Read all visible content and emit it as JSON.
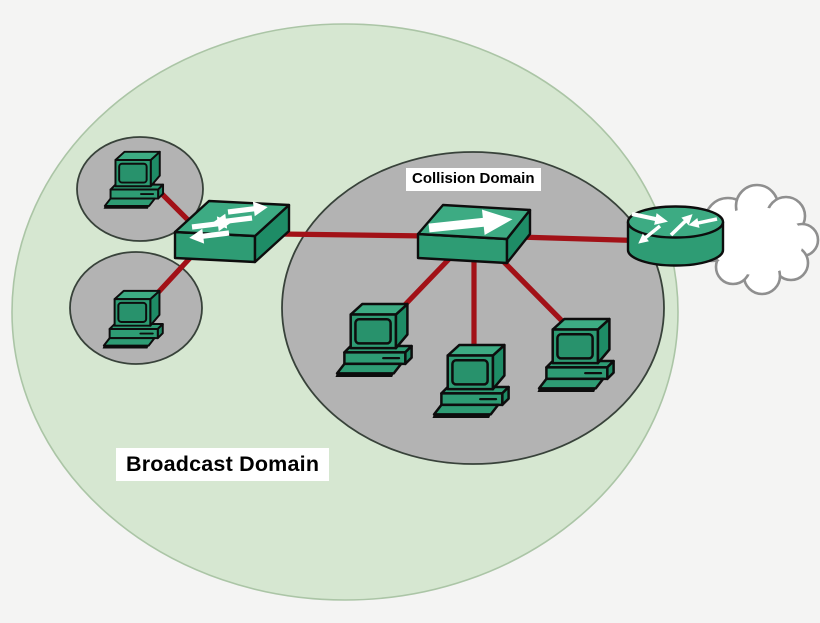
{
  "labels": {
    "broadcast": "Broadcast Domain",
    "collision": "Collision Domain"
  },
  "diagram": {
    "node_types": [
      "pc",
      "switch",
      "hub",
      "router",
      "wan-cloud"
    ],
    "pc_count_total": 5,
    "pc_count_in_collision_domain": 3,
    "pc_count_in_left_segments": 2,
    "link_count": 7
  },
  "colors": {
    "bg": "#f4f4f3",
    "broadcast-fill": "#d6e7d1",
    "broadcast-stroke": "#abc5a6",
    "domain-fill": "#b3b3b3",
    "domain-stroke": "#38423a",
    "device-green": "#2e9c74",
    "device-green-light": "#3dab83",
    "device-green-dark": "#1e8c66",
    "screen-green": "#28926c",
    "outline-black": "#0d0d0d",
    "link-red": "#a21117",
    "arrow-white": "#ffffff",
    "cloud-fill": "#ffffff",
    "cloud-stroke": "#8f8f8f",
    "label-bg": "#ffffff",
    "label-fg": "#000000"
  }
}
